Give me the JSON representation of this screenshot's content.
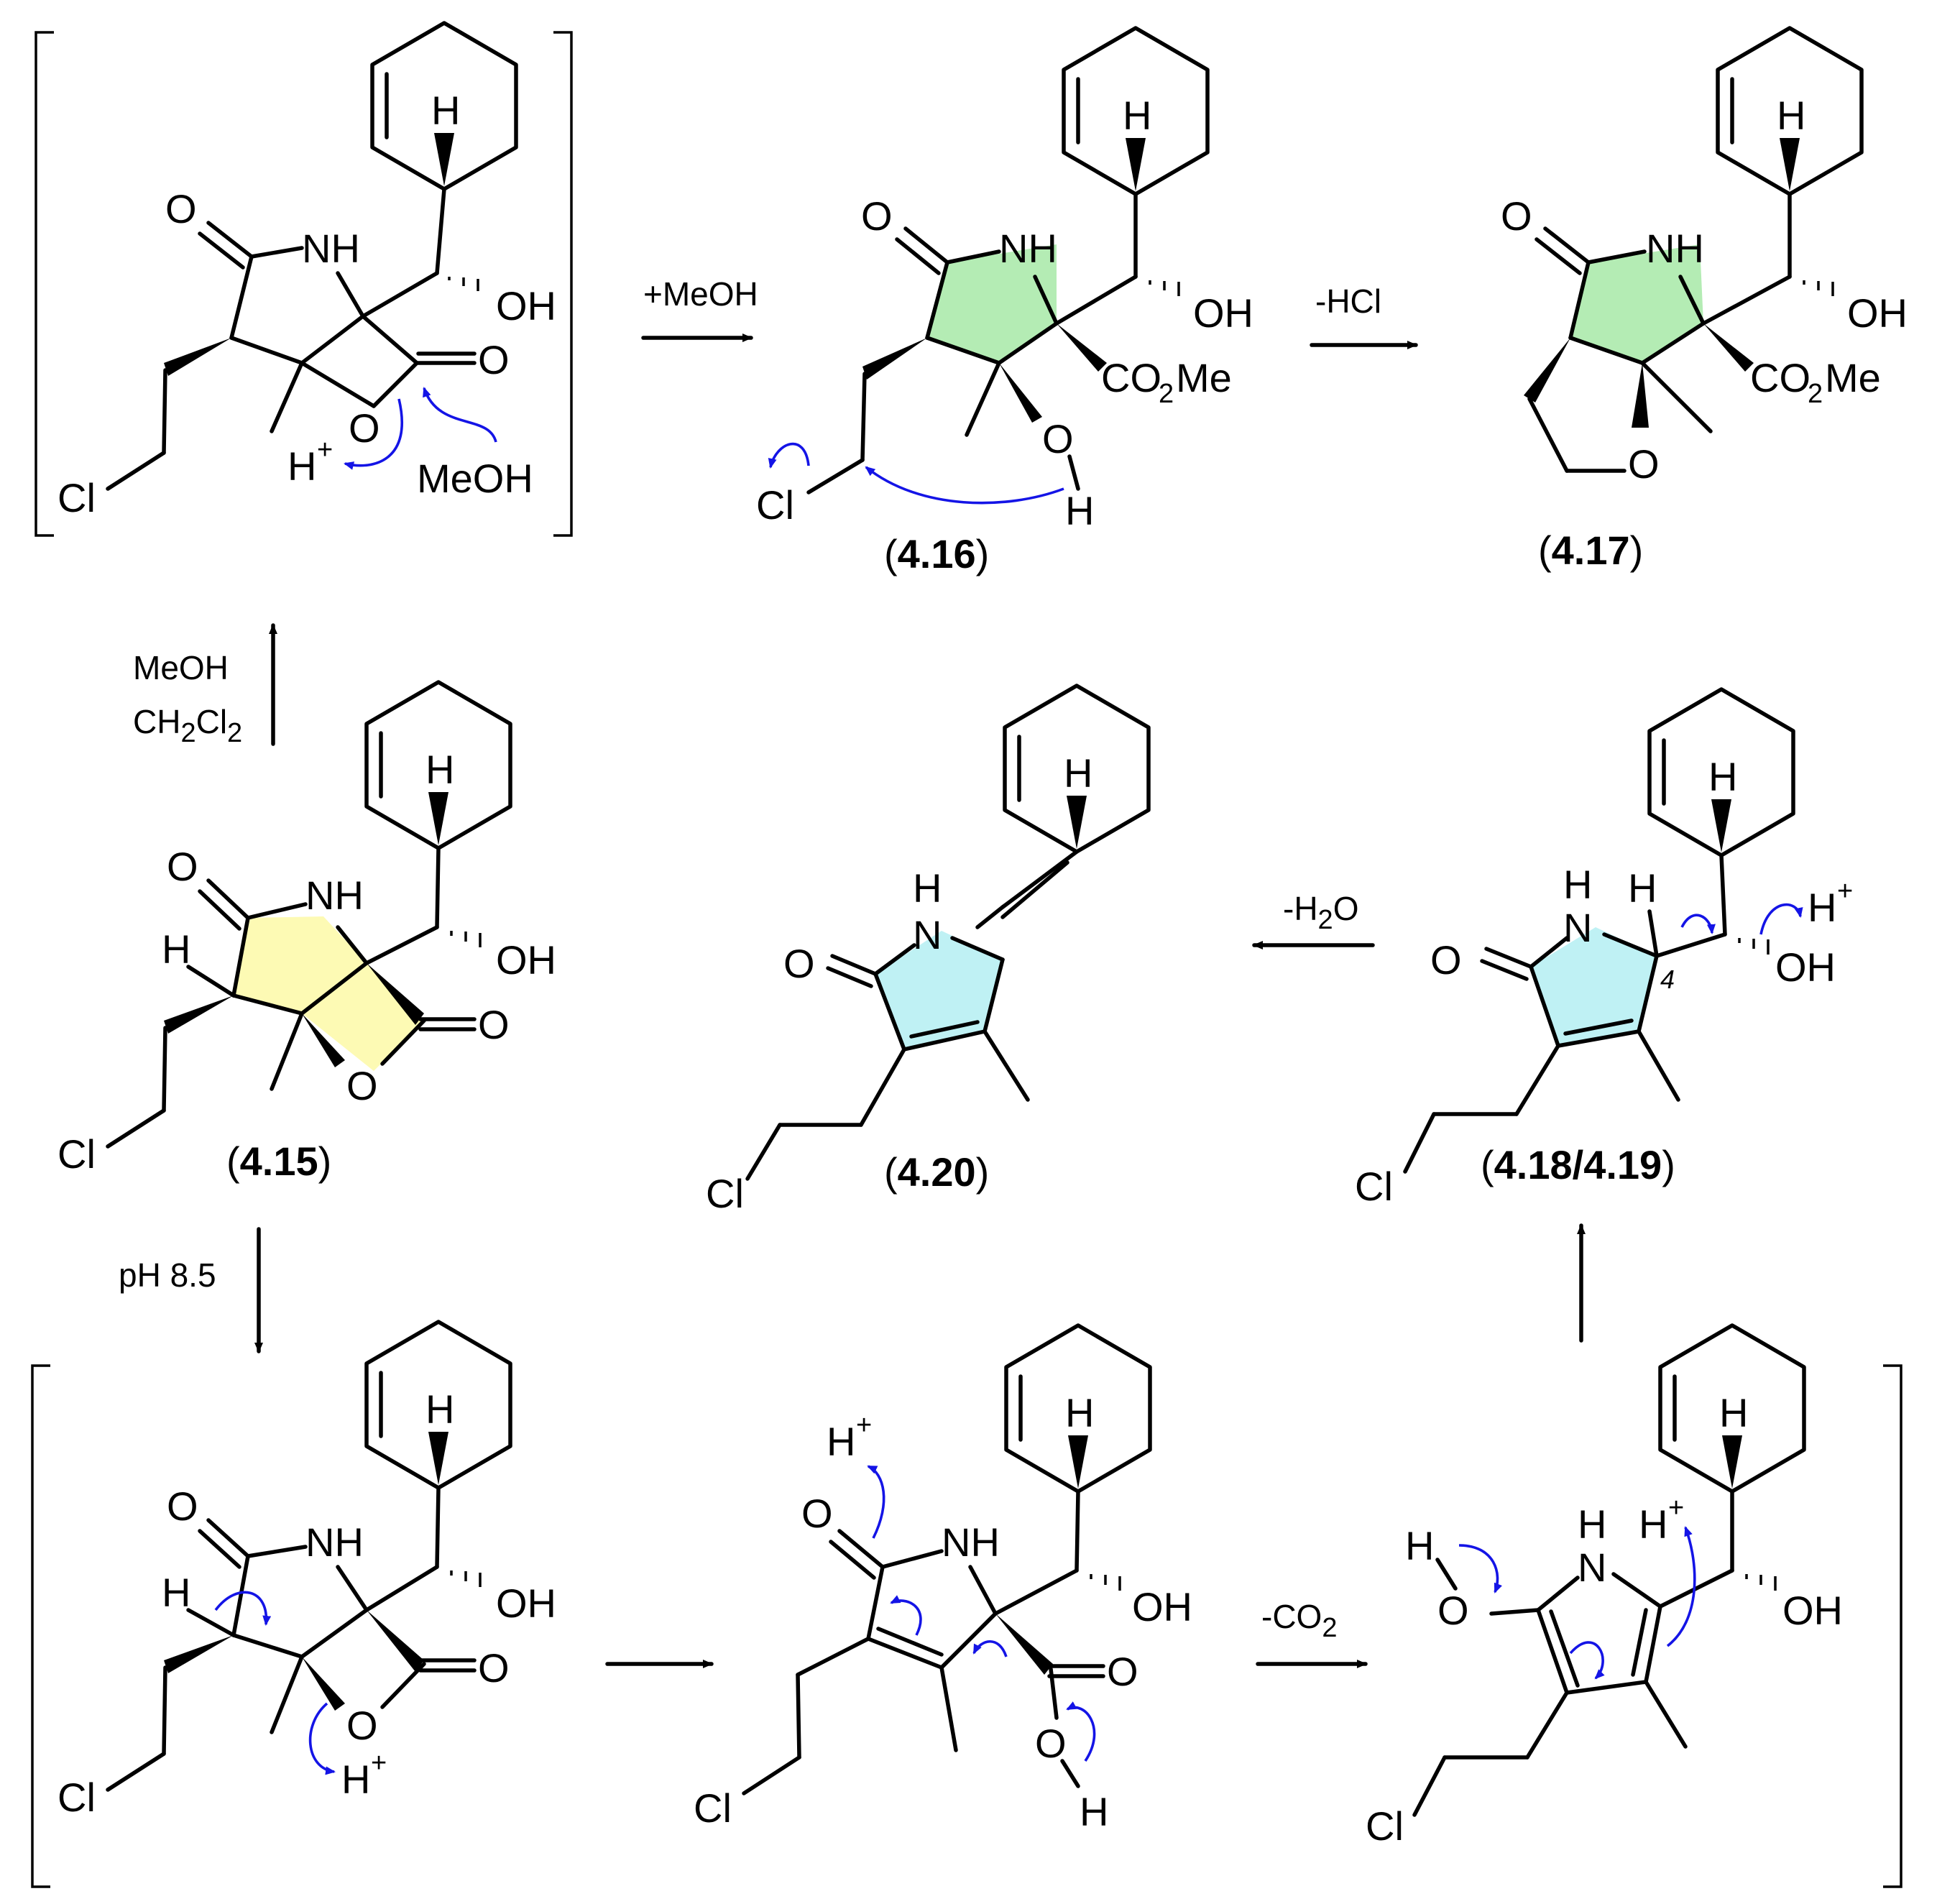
{
  "diagram": {
    "compounds": [
      {
        "id": "4.16",
        "label_prefix": "(",
        "label_bold": "4.16",
        "label_suffix": ")"
      },
      {
        "id": "4.17",
        "label_prefix": "(",
        "label_bold": "4.17",
        "label_suffix": ")"
      },
      {
        "id": "4.15",
        "label_prefix": "(",
        "label_bold": "4.15",
        "label_suffix": ")"
      },
      {
        "id": "4.20",
        "label_prefix": "(",
        "label_bold": "4.20",
        "label_suffix": ")"
      },
      {
        "id": "4.18/4.19",
        "label_prefix": "(",
        "label_bold": "4.18/4.19",
        "label_suffix": ")"
      }
    ],
    "conditions": {
      "meoh_add": "+MeOH",
      "hcl_loss": "-HCl",
      "meoh": "MeOH",
      "ch": "CH",
      "two": "2",
      "cl": "Cl",
      "ph": "pH 8.5",
      "h2o_minus": "-H",
      "h2o_o": "O",
      "co2_minus": "-CO",
      "co2_sub": "2"
    },
    "atoms": {
      "O": "O",
      "NH": "NH",
      "H": "H",
      "N": "N",
      "OH": "OH",
      "Cl": "Cl",
      "MeOH": "MeOH",
      "CO": "CO",
      "Me": "Me",
      "plus": "+",
      "two": "2"
    },
    "locant": "4",
    "colors": {
      "green": "#b4ecb4",
      "yellow": "#fdfab4",
      "cyan": "#bff1f4",
      "arrow_blue": "#1414e6"
    }
  }
}
